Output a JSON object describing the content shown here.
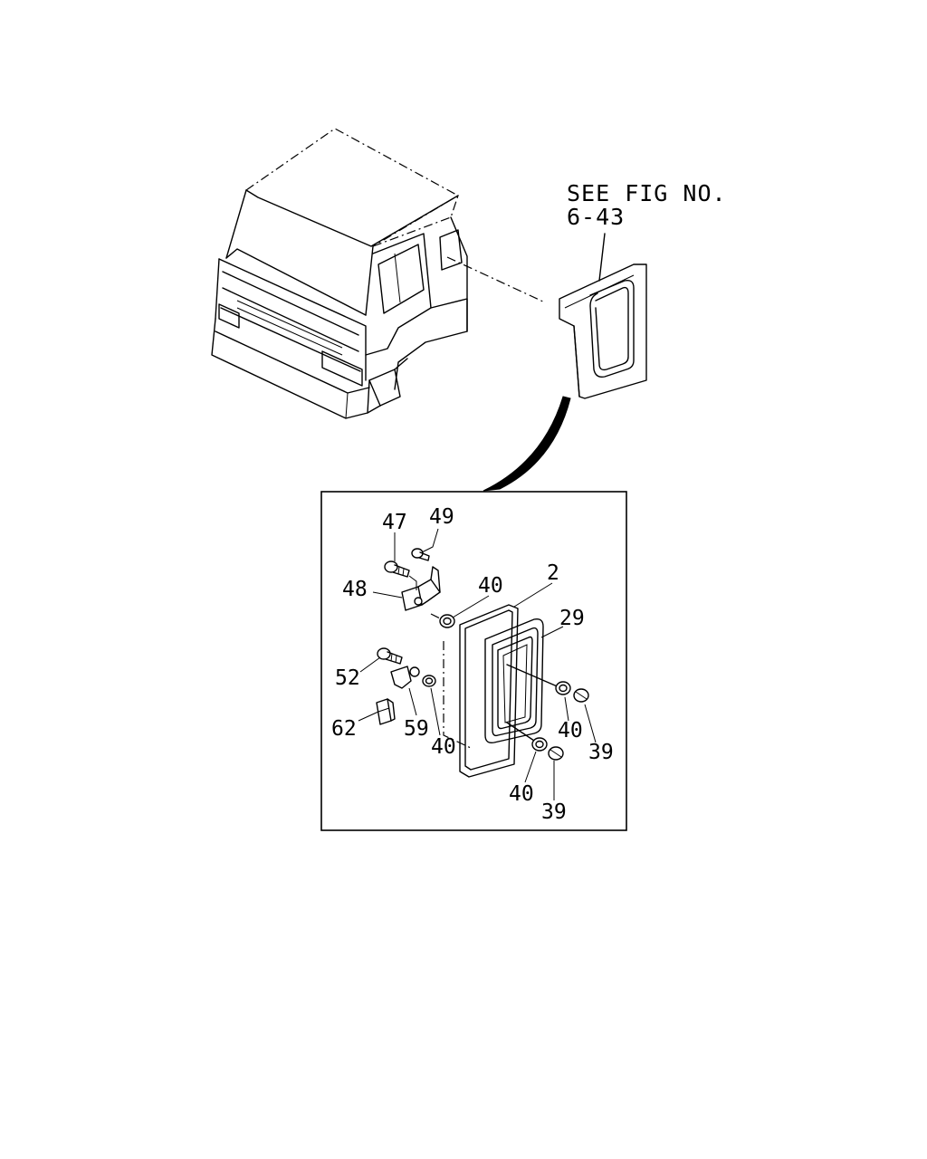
{
  "reference": {
    "line1": "SEE FIG NO.",
    "line2": "6-43"
  },
  "callouts": {
    "p47": "47",
    "p49": "49",
    "p48": "48",
    "p40a": "40",
    "p2": "2",
    "p29": "29",
    "p52": "52",
    "p62": "62",
    "p59": "59",
    "p40b": "40",
    "p40c": "40",
    "p39a": "39",
    "p40d": "40",
    "p39b": "39"
  }
}
